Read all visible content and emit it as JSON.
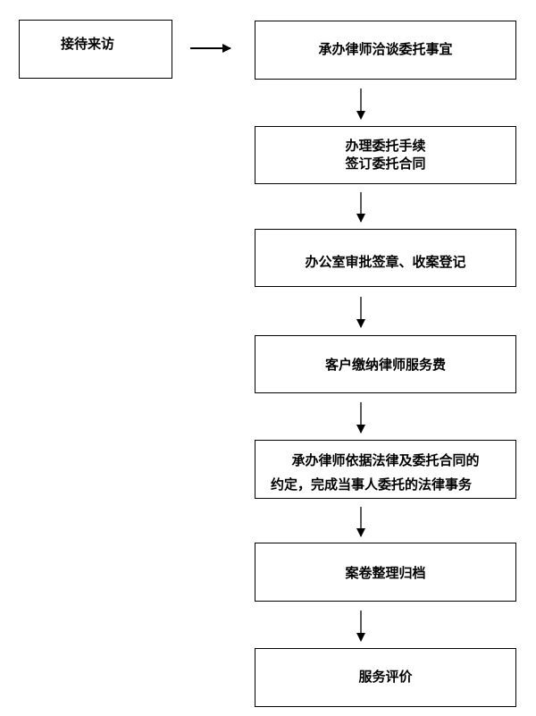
{
  "steps": {
    "reception": "接待来访",
    "consult": "承办律师洽谈委托事宜",
    "procedure_line1": "办理委托手续",
    "procedure_line2": "签订委托合同",
    "approval": "办公室审批签章、收案登记",
    "fee": "客户缴纳律师服务费",
    "handle_line1": "承办律师依据法律及委托合同的",
    "handle_line2": "约定，完成当事人委托的法律事务",
    "archive": "案卷整理归档",
    "evaluation": "服务评价"
  }
}
